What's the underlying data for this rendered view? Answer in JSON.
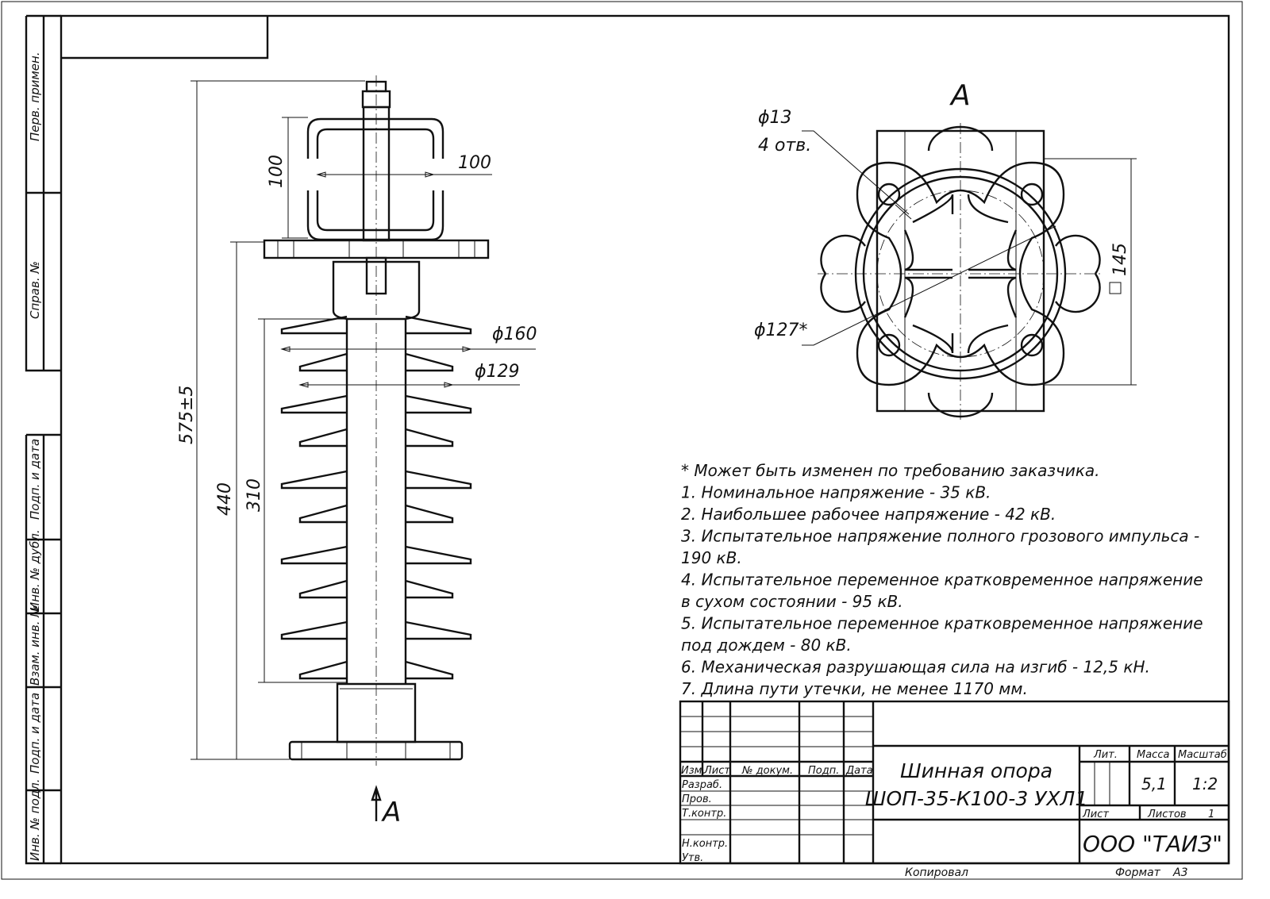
{
  "side_labels": {
    "perv_primen": "Перв. примен.",
    "sprav_no": "Справ. №",
    "podp_data_1": "Подп. и дата",
    "inv_dubl": "Инв. № дубл.",
    "vzam_inv": "Взам. инв. №",
    "podp_data_2": "Подп. и дата",
    "inv_podl": "Инв. № подл."
  },
  "front_view": {
    "dim_bracket_width": "100",
    "dim_bracket_height": "100",
    "dim_shed_large": "ϕ160",
    "dim_shed_small": "ϕ129",
    "dim_total_height": "575±5",
    "dim_flange_to_bottom": "440",
    "dim_sheds": "310",
    "view_arrow_label": "A"
  },
  "plan_view": {
    "title": "A",
    "dim_hole": "ϕ13",
    "dim_hole_count": "4 отв.",
    "dim_circle": "ϕ127*",
    "dim_square": "145"
  },
  "notes": [
    "* Может быть изменен по требованию заказчика.",
    "1. Номинальное напряжение - 35 кВ.",
    "2. Наибольшее рабочее напряжение - 42 кВ.",
    "3. Испытательное напряжение полного грозового импульса -",
    "190 кВ.",
    "4. Испытательное переменное кратковременное напряжение",
    "в сухом состоянии - 95 кВ.",
    "5. Испытательное переменное кратковременное напряжение",
    "под дождем - 80 кВ.",
    "6. Механическая разрушающая сила на изгиб - 12,5 кН.",
    "7. Длина пути утечки, не менее 1170 мм."
  ],
  "title_block": {
    "col_izm": "Изм.",
    "col_list": "Лист",
    "col_doc": "№ докум.",
    "col_podp": "Подп.",
    "col_data": "Дата",
    "row_razrab": "Разраб.",
    "row_prov": "Пров.",
    "row_tkontr": "Т.контр.",
    "row_nkontr": "Н.контр.",
    "row_utv": "Утв.",
    "name_line1": "Шинная опора",
    "name_line2": "ШОП-35-К100-3 УХЛ1",
    "lit_label": "Лит.",
    "mass_label": "Масса",
    "scale_label": "Масштаб",
    "mass_value": "5,1",
    "scale_value": "1:2",
    "sheet_label": "Лист",
    "sheets_label": "Листов",
    "sheets_value": "1",
    "company": "ООО \"ТАИЗ\"",
    "copied": "Копировал",
    "format_label": "Формат",
    "format_value": "А3"
  }
}
